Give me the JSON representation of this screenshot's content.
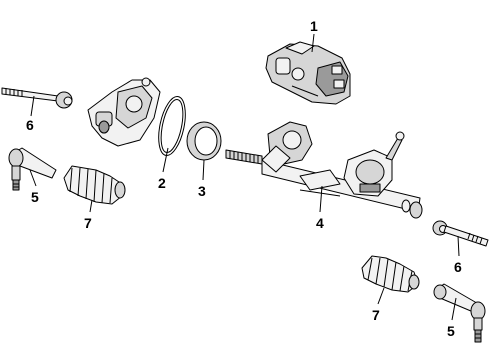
{
  "callouts": {
    "c1": "1",
    "c2": "2",
    "c3": "3",
    "c4": "4",
    "c5a": "5",
    "c5b": "5",
    "c6a": "6",
    "c6b": "6",
    "c7a": "7",
    "c7b": "7"
  }
}
